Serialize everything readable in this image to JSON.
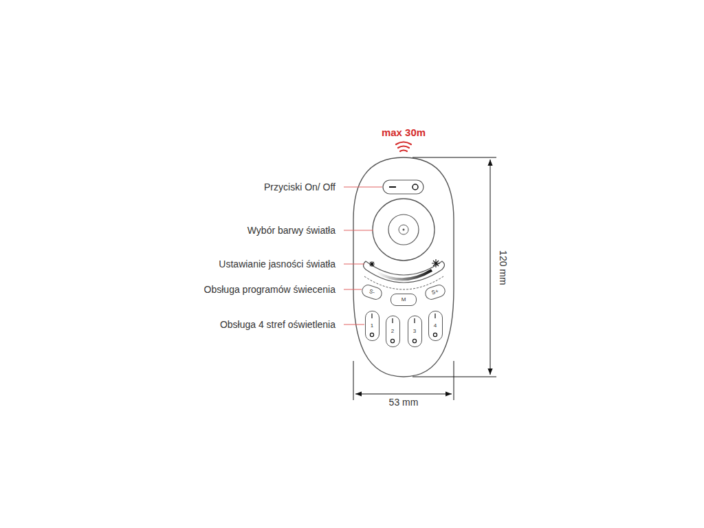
{
  "diagram": {
    "nodes": [
      {
        "text": [
          "S-"
        ]
      },
      {
        "text": [
          "M"
        ]
      },
      {
        "text": [
          "S+"
        ]
      },
      {
        "text": [
          "1"
        ]
      },
      {
        "text": [
          "2"
        ]
      },
      {
        "text": [
          "3"
        ]
      },
      {
        "text": [
          "4"
        ]
      }
    ],
    "labels": [
      "max 30m",
      "Przyciski On/ Off",
      "Wybór barwy światła",
      "Ustawianie jasności światła",
      "Obsługa programów świecenia",
      "Obsługa 4 stref oświetlenia",
      "120 mm",
      "53 mm"
    ]
  }
}
